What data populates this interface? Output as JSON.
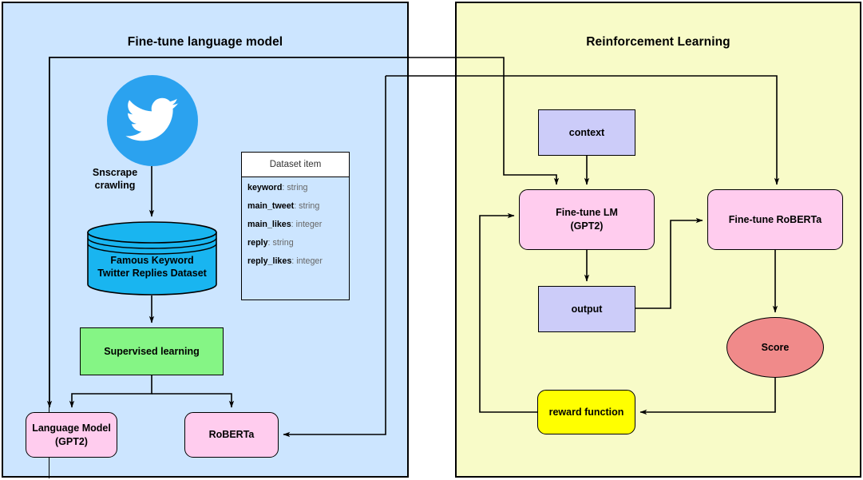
{
  "diagram": {
    "title": "Fine-tune language model / Reinforcement Learning pipeline",
    "panels": {
      "left": {
        "title": "Fine-tune language model",
        "bg": "#cce5ff"
      },
      "right": {
        "title": "Reinforcement Learning",
        "bg": "#f8fbc8"
      }
    },
    "colors": {
      "pink": "#ffccee",
      "green": "#85f585",
      "purple": "#ccccf9",
      "yellow": "#ffff00",
      "red": "#f08a8a",
      "twitter_blue": "#2ba2ef",
      "database_blue": "#19b5f0",
      "stroke": "#000000"
    }
  },
  "left_panel": {
    "source_icon": "twitter-logo-icon",
    "crawl_label": "Snscrape\ncrawling",
    "crawl_label_line1": "Snscrape",
    "crawl_label_line2": "crawling",
    "database": {
      "label_line1": "Famous Keyword",
      "label_line2": "Twitter Replies Dataset"
    },
    "dataset_item": {
      "header": "Dataset item",
      "fields": [
        {
          "name": "keyword",
          "type": "string"
        },
        {
          "name": "main_tweet",
          "type": "string"
        },
        {
          "name": "main_likes",
          "type": "integer"
        },
        {
          "name": "reply",
          "type": "string"
        },
        {
          "name": "reply_likes",
          "type": "integer"
        }
      ]
    },
    "supervised_learning": "Supervised learning",
    "language_model_line1": "Language Model",
    "language_model_line2": "(GPT2)",
    "roberta": "RoBERTa"
  },
  "right_panel": {
    "context": "context",
    "fine_tune_lm_line1": "Fine-tune LM",
    "fine_tune_lm_line2": "(GPT2)",
    "fine_tune_roberta": "Fine-tune RoBERTa",
    "output": "output",
    "score": "Score",
    "reward_function": "reward function"
  }
}
